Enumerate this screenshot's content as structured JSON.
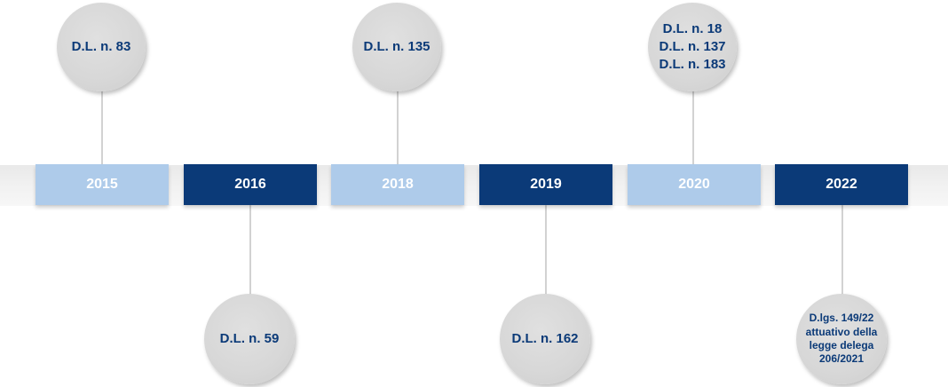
{
  "timeline": {
    "years": [
      {
        "label": "2015",
        "style": "light"
      },
      {
        "label": "2016",
        "style": "dark"
      },
      {
        "label": "2018",
        "style": "light"
      },
      {
        "label": "2019",
        "style": "dark"
      },
      {
        "label": "2020",
        "style": "light"
      },
      {
        "label": "2022",
        "style": "dark"
      }
    ],
    "events": [
      {
        "year": "2015",
        "position": "above",
        "lines": [
          "D.L. n. 83"
        ]
      },
      {
        "year": "2016",
        "position": "below",
        "lines": [
          "D.L. n. 59"
        ]
      },
      {
        "year": "2018",
        "position": "above",
        "lines": [
          "D.L. n. 135"
        ]
      },
      {
        "year": "2019",
        "position": "below",
        "lines": [
          "D.L. n. 162"
        ]
      },
      {
        "year": "2020",
        "position": "above",
        "lines": [
          "D.L. n. 18",
          "D.L. n. 137",
          "D.L. n. 183"
        ]
      },
      {
        "year": "2022",
        "position": "below",
        "lines": [
          "D.lgs. 149/22",
          "attuativo della",
          "legge delega",
          "206/2021"
        ]
      }
    ]
  },
  "colors": {
    "light_year": "#aecbea",
    "dark_year": "#0b3a78",
    "bubble_text": "#0b3a78",
    "bubble_fill": "#d7d7d7",
    "connector": "#d2d2d2"
  }
}
